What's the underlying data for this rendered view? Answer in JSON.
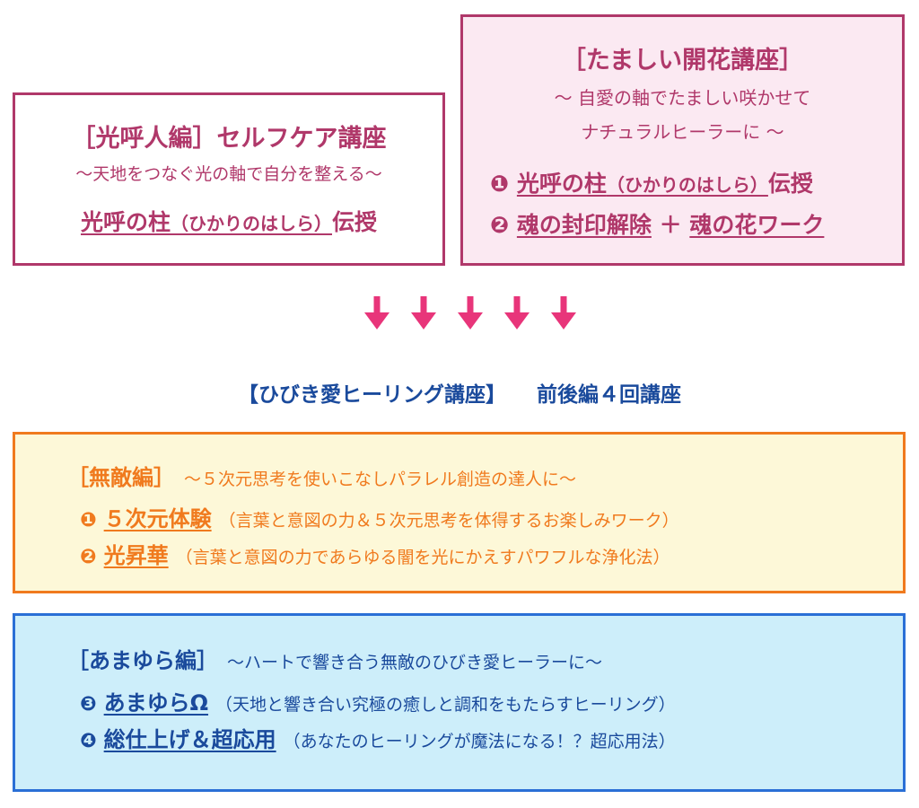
{
  "selfcare": {
    "title": "［光呼人編］セルフケア講座",
    "subtitle": "〜天地をつなぐ光の軸で自分を整える〜",
    "line_main": "光呼の柱",
    "line_reading": "（ひかりのはしら）",
    "line_suffix": "伝授"
  },
  "tamashii": {
    "title": "［たましい開花講座］",
    "sub1": "〜 自愛の軸でたましい咲かせて",
    "sub2": "ナチュラルヒーラーに 〜",
    "item1": {
      "num": "❶",
      "main": "光呼の柱",
      "reading": "（ひかりのはしら）",
      "suffix": "伝授"
    },
    "item2": {
      "num": "❷",
      "part1": "魂の封印解除",
      "plus": "＋",
      "part2": "魂の花ワーク"
    }
  },
  "arrows": {
    "count": 5,
    "color": "#e8357a"
  },
  "heading": {
    "left": "【ひびき愛ヒーリング講座】",
    "right": "前後編４回講座"
  },
  "muteki": {
    "name": "［無敵編］",
    "desc": "〜５次元思考を使いこなしパラレル創造の達人に〜",
    "items": [
      {
        "num": "❶",
        "name": "５次元体験",
        "desc": "（言葉と意図の力＆５次元思考を体得するお楽しみワーク）"
      },
      {
        "num": "❷",
        "name": "光昇華",
        "desc": "（言葉と意図の力であらゆる闇を光にかえすパワフルな浄化法）"
      }
    ]
  },
  "amayura": {
    "name": "［あまゆら編］",
    "desc": "〜ハートで響き合う無敵のひびき愛ヒーラーに〜",
    "items": [
      {
        "num": "❸",
        "name": "あまゆらΩ",
        "desc": "（天地と響き合い究極の癒しと調和をもたらすヒーリング）"
      },
      {
        "num": "❹",
        "name": "総仕上げ＆超応用",
        "desc": "（あなたのヒーリングが魔法になる！？超応用法）"
      }
    ]
  },
  "colors": {
    "magenta": "#b0386a",
    "orange": "#f07a1e",
    "blue": "#1a4a9c",
    "pink_bg": "#fbe9f2",
    "yellow_bg": "#fdf8d8",
    "cyan_bg": "#cdeefa"
  }
}
